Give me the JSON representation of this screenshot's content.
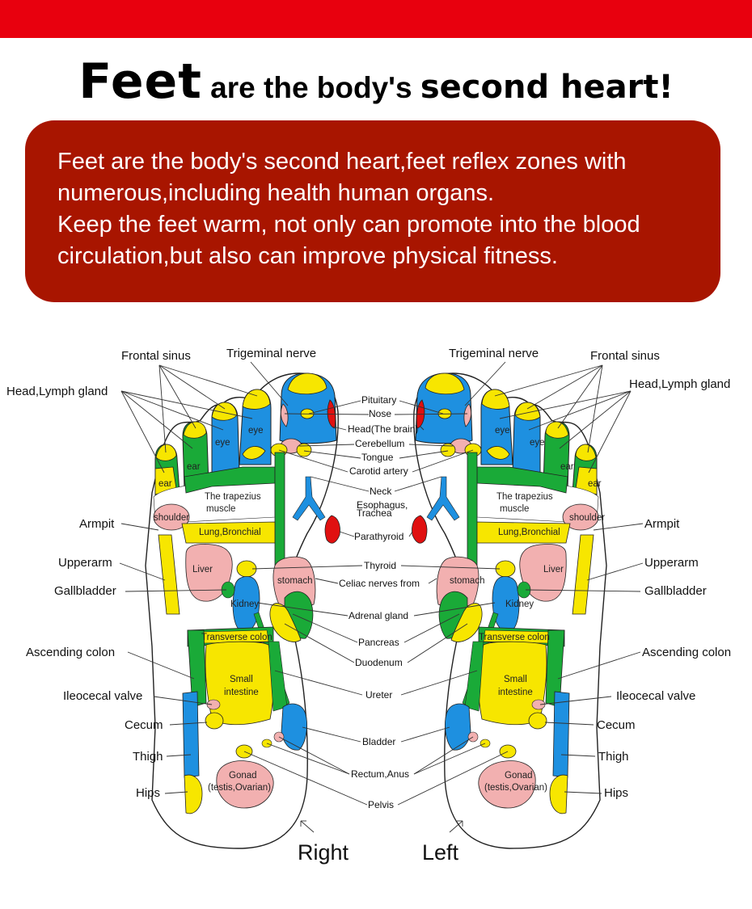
{
  "headline": {
    "part1": "Feet",
    "part2": " are the body's ",
    "part3": "second heart!"
  },
  "intro": {
    "line1": "Feet are the body's second heart,feet reflex zones with",
    "line2": "numerous,including health human organs.",
    "line3": "Keep the feet warm, not only can promote into the blood",
    "line4": "circulation,but also can improve physical fitness."
  },
  "colors": {
    "top_bar": "#e8000e",
    "panel": "#a81500",
    "zone_blue": "#1e90e0",
    "zone_yellow": "#f7e600",
    "zone_green": "#1aaa38",
    "zone_pink": "#f2b0b0",
    "zone_red": "#e01010"
  },
  "diagram": {
    "foot_labels": {
      "right": "Right",
      "left": "Left"
    },
    "outer_labels": {
      "frontal_sinus": "Frontal sinus",
      "trigeminal_nerve": "Trigeminal nerve",
      "head_lymph": "Head,Lymph gland",
      "armpit": "Armpit",
      "upperarm": "Upperarm",
      "gallbladder": "Gallbladder",
      "ascending_colon": "Ascending colon",
      "ileocecal_valve": "Ileocecal valve",
      "cecum": "Cecum",
      "thigh": "Thigh",
      "hips": "Hips"
    },
    "center_labels": {
      "pituitary": "Pituitary",
      "nose": "Nose",
      "head_brain": "Head(The brain)",
      "cerebellum": "Cerebellum",
      "tongue": "Tongue",
      "carotid": "Carotid artery",
      "neck": "Neck",
      "esophagus": "Esophagus,",
      "trachea": "Trachea",
      "parathyroid": "Parathyroid",
      "thyroid": "Thyroid",
      "celiac": "Celiac nerves from",
      "adrenal": "Adrenal gland",
      "pancreas": "Pancreas",
      "duodenum": "Duodenum",
      "ureter": "Ureter",
      "bladder": "Bladder",
      "rectum": "Rectum,Anus",
      "pelvis": "Pelvis"
    },
    "zone_labels": {
      "eye": "eye",
      "ear": "ear",
      "trapezius1": "The trapezius",
      "trapezius2": "muscle",
      "shoulder": "shoulder",
      "lung": "Lung,Bronchial",
      "liver": "Liver",
      "stomach": "stomach",
      "kidney": "Kidney",
      "transverse": "Transverse colon",
      "small1": "Small",
      "small2": "intestine",
      "gonad1": "Gonad",
      "gonad2": "(testis,Ovarian)"
    }
  }
}
